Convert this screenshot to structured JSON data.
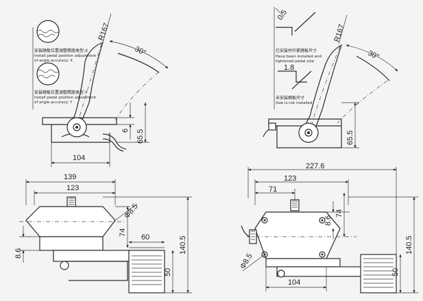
{
  "tl": {
    "r167": "R167",
    "angle": "30°",
    "dim_6": "6",
    "dim_655": "65.5",
    "dim_104": "104",
    "note_x_cn": "安装踏板位置调整精度类型:X",
    "note_x_en1": "Install pedal position adjustment",
    "note_x_en2": "of angle accuracy: X",
    "note_y_cn": "安装踏板位置调整精度类型:Y",
    "note_y_en1": "Install pedal position adjustment",
    "note_y_en2": "of angle accuracy: Y"
  },
  "tr": {
    "dim_05": "0.5",
    "r167": "R167",
    "angle": "30°",
    "dim_18": "1.8",
    "dim_655": "65.5",
    "note1_cn": "已安装并拧紧踏板尺寸",
    "note1_en1": "Have been installed and",
    "note1_en2": "tightened pedal size",
    "note2_cn": "未安装踏板尺寸",
    "note2_en": "Size is not installed"
  },
  "bl": {
    "dim_139": "139",
    "dim_123": "123",
    "dim_phi85": "Φ8.5",
    "dim_74": "74",
    "dim_60": "60",
    "dim_86": "8.6",
    "dim_1405": "140.5",
    "dim_50": "50"
  },
  "br": {
    "dim_2276": "227.6",
    "dim_123": "123",
    "dim_71": "71",
    "dim_86": "8.6",
    "dim_74": "74",
    "dim_phi85": "Φ8.5",
    "dim_1405": "140.5",
    "dim_50": "50",
    "dim_104": "104"
  }
}
